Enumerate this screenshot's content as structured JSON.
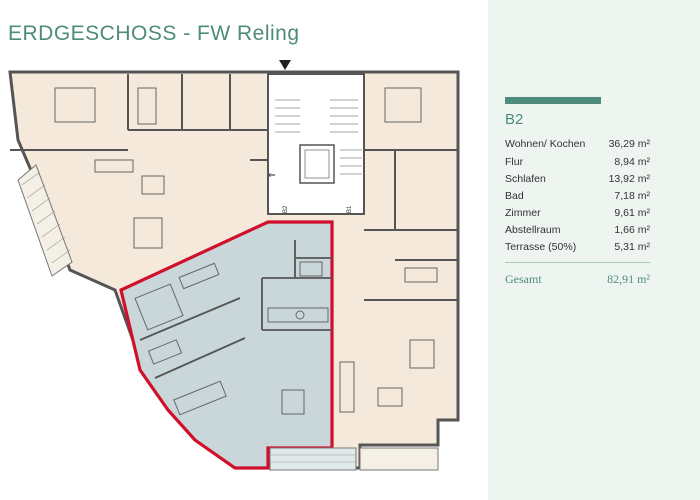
{
  "header": {
    "title": "ERDGESCHOSS - FW Reling"
  },
  "colors": {
    "accent": "#4d8c7b",
    "highlight": "#d0102a",
    "unit_fill": "#c9d7da",
    "other_fill": "#f4e9da",
    "panel_bg": "#eef5f0"
  },
  "plan": {
    "entry_markers": [
      "B2",
      "B1"
    ],
    "entry_arrow_icon": "arrow-down-icon",
    "stair_label": "⇐"
  },
  "legend": {
    "unit": "B2",
    "rooms": [
      {
        "label": "Wohnen/ Kochen",
        "area": "36,29 m²"
      },
      {
        "label": "Flur",
        "area": "8,94 m²"
      },
      {
        "label": "Schlafen",
        "area": "13,92 m²"
      },
      {
        "label": "Bad",
        "area": "7,18 m²"
      },
      {
        "label": "Zimmer",
        "area": "9,61 m²"
      },
      {
        "label": "Abstellraum",
        "area": "1,66 m²"
      },
      {
        "label": "Terrasse (50%)",
        "area": "5,31 m²"
      }
    ],
    "total_label": "Gesamt",
    "total_area": "82,91 m²"
  }
}
